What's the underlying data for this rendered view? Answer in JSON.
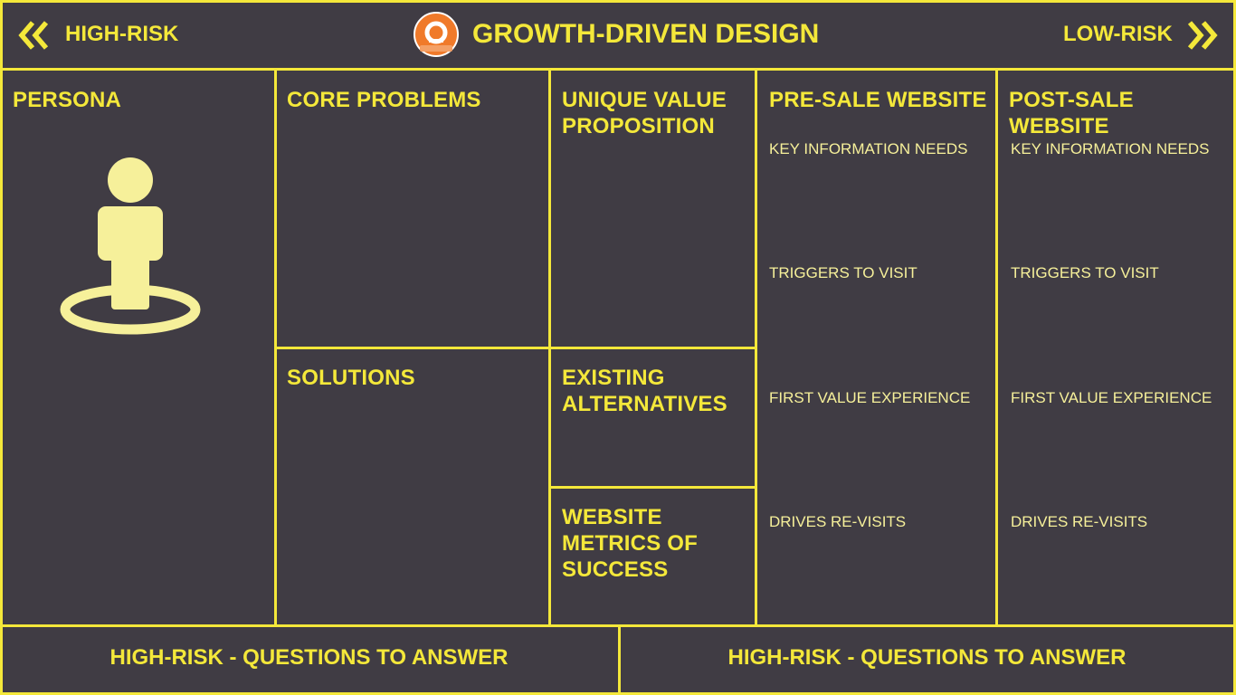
{
  "header": {
    "left_label": "HIGH-RISK",
    "title": "GROWTH-DRIVEN DESIGN",
    "right_label": "LOW-RISK",
    "logo_icon": "hubspot-academy-logo-icon",
    "left_icon": "double-chevron-left-icon",
    "right_icon": "double-chevron-right-icon"
  },
  "cells": {
    "persona": {
      "title": "PERSONA",
      "icon": "person-on-platform-icon"
    },
    "core_problems": {
      "title": "CORE PROBLEMS"
    },
    "unique_value": {
      "title_line1": "UNIQUE VALUE",
      "title_line2": "PROPOSITION"
    },
    "solutions": {
      "title": "SOLUTIONS"
    },
    "existing_alternatives": {
      "title_line1": "EXISTING",
      "title_line2": "ALTERNATIVES"
    },
    "website_metrics": {
      "title_line1": "WEBSITE",
      "title_line2": "METRICS OF",
      "title_line3": "SUCCESS"
    },
    "pre_sale": {
      "title": "PRE-SALE WEBSITE",
      "items": [
        "KEY INFORMATION NEEDS",
        "TRIGGERS TO VISIT",
        "FIRST VALUE EXPERIENCE",
        "DRIVES RE-VISITS"
      ]
    },
    "post_sale": {
      "title": "POST-SALE WEBSITE",
      "items": [
        "KEY INFORMATION NEEDS",
        "TRIGGERS TO VISIT",
        "FIRST VALUE EXPERIENCE",
        "DRIVES RE-VISITS"
      ]
    }
  },
  "footer": {
    "left": "HIGH-RISK - QUESTIONS TO ANSWER",
    "right": "HIGH-RISK - QUESTIONS TO ANSWER"
  },
  "colors": {
    "background": "#403c44",
    "accent": "#f4e83a",
    "icon_fill": "#f6f09a",
    "logo_orange": "#f07a2a"
  }
}
